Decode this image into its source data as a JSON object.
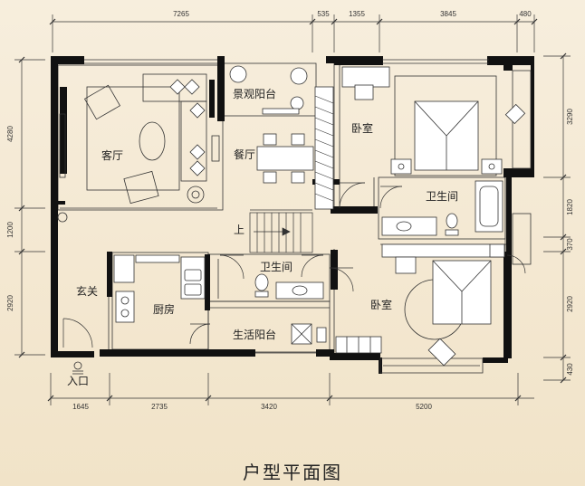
{
  "caption": "户型平面图",
  "rooms": {
    "living": "客厅",
    "balcony_view": "景观阳台",
    "dining": "餐厅",
    "bedroom_master": "卧室",
    "bath_upper": "卫生间",
    "stairs_up": "上",
    "bath_mid": "卫生间",
    "foyer": "玄关",
    "kitchen": "厨房",
    "bedroom_second": "卧室",
    "balcony_utility": "生活阳台",
    "entrance": "入口"
  },
  "dimensions": {
    "top": [
      "7265",
      "535",
      "1355",
      "3845",
      "480"
    ],
    "bottom": [
      "1645",
      "2735",
      "3420",
      "5200"
    ],
    "left": [
      "4280",
      "1200",
      "2920"
    ],
    "right": [
      "3290",
      "1820",
      "370",
      "2920",
      "430"
    ]
  },
  "colors": {
    "wall": "#111111",
    "line": "#333333",
    "background": "#f4e8d2"
  }
}
